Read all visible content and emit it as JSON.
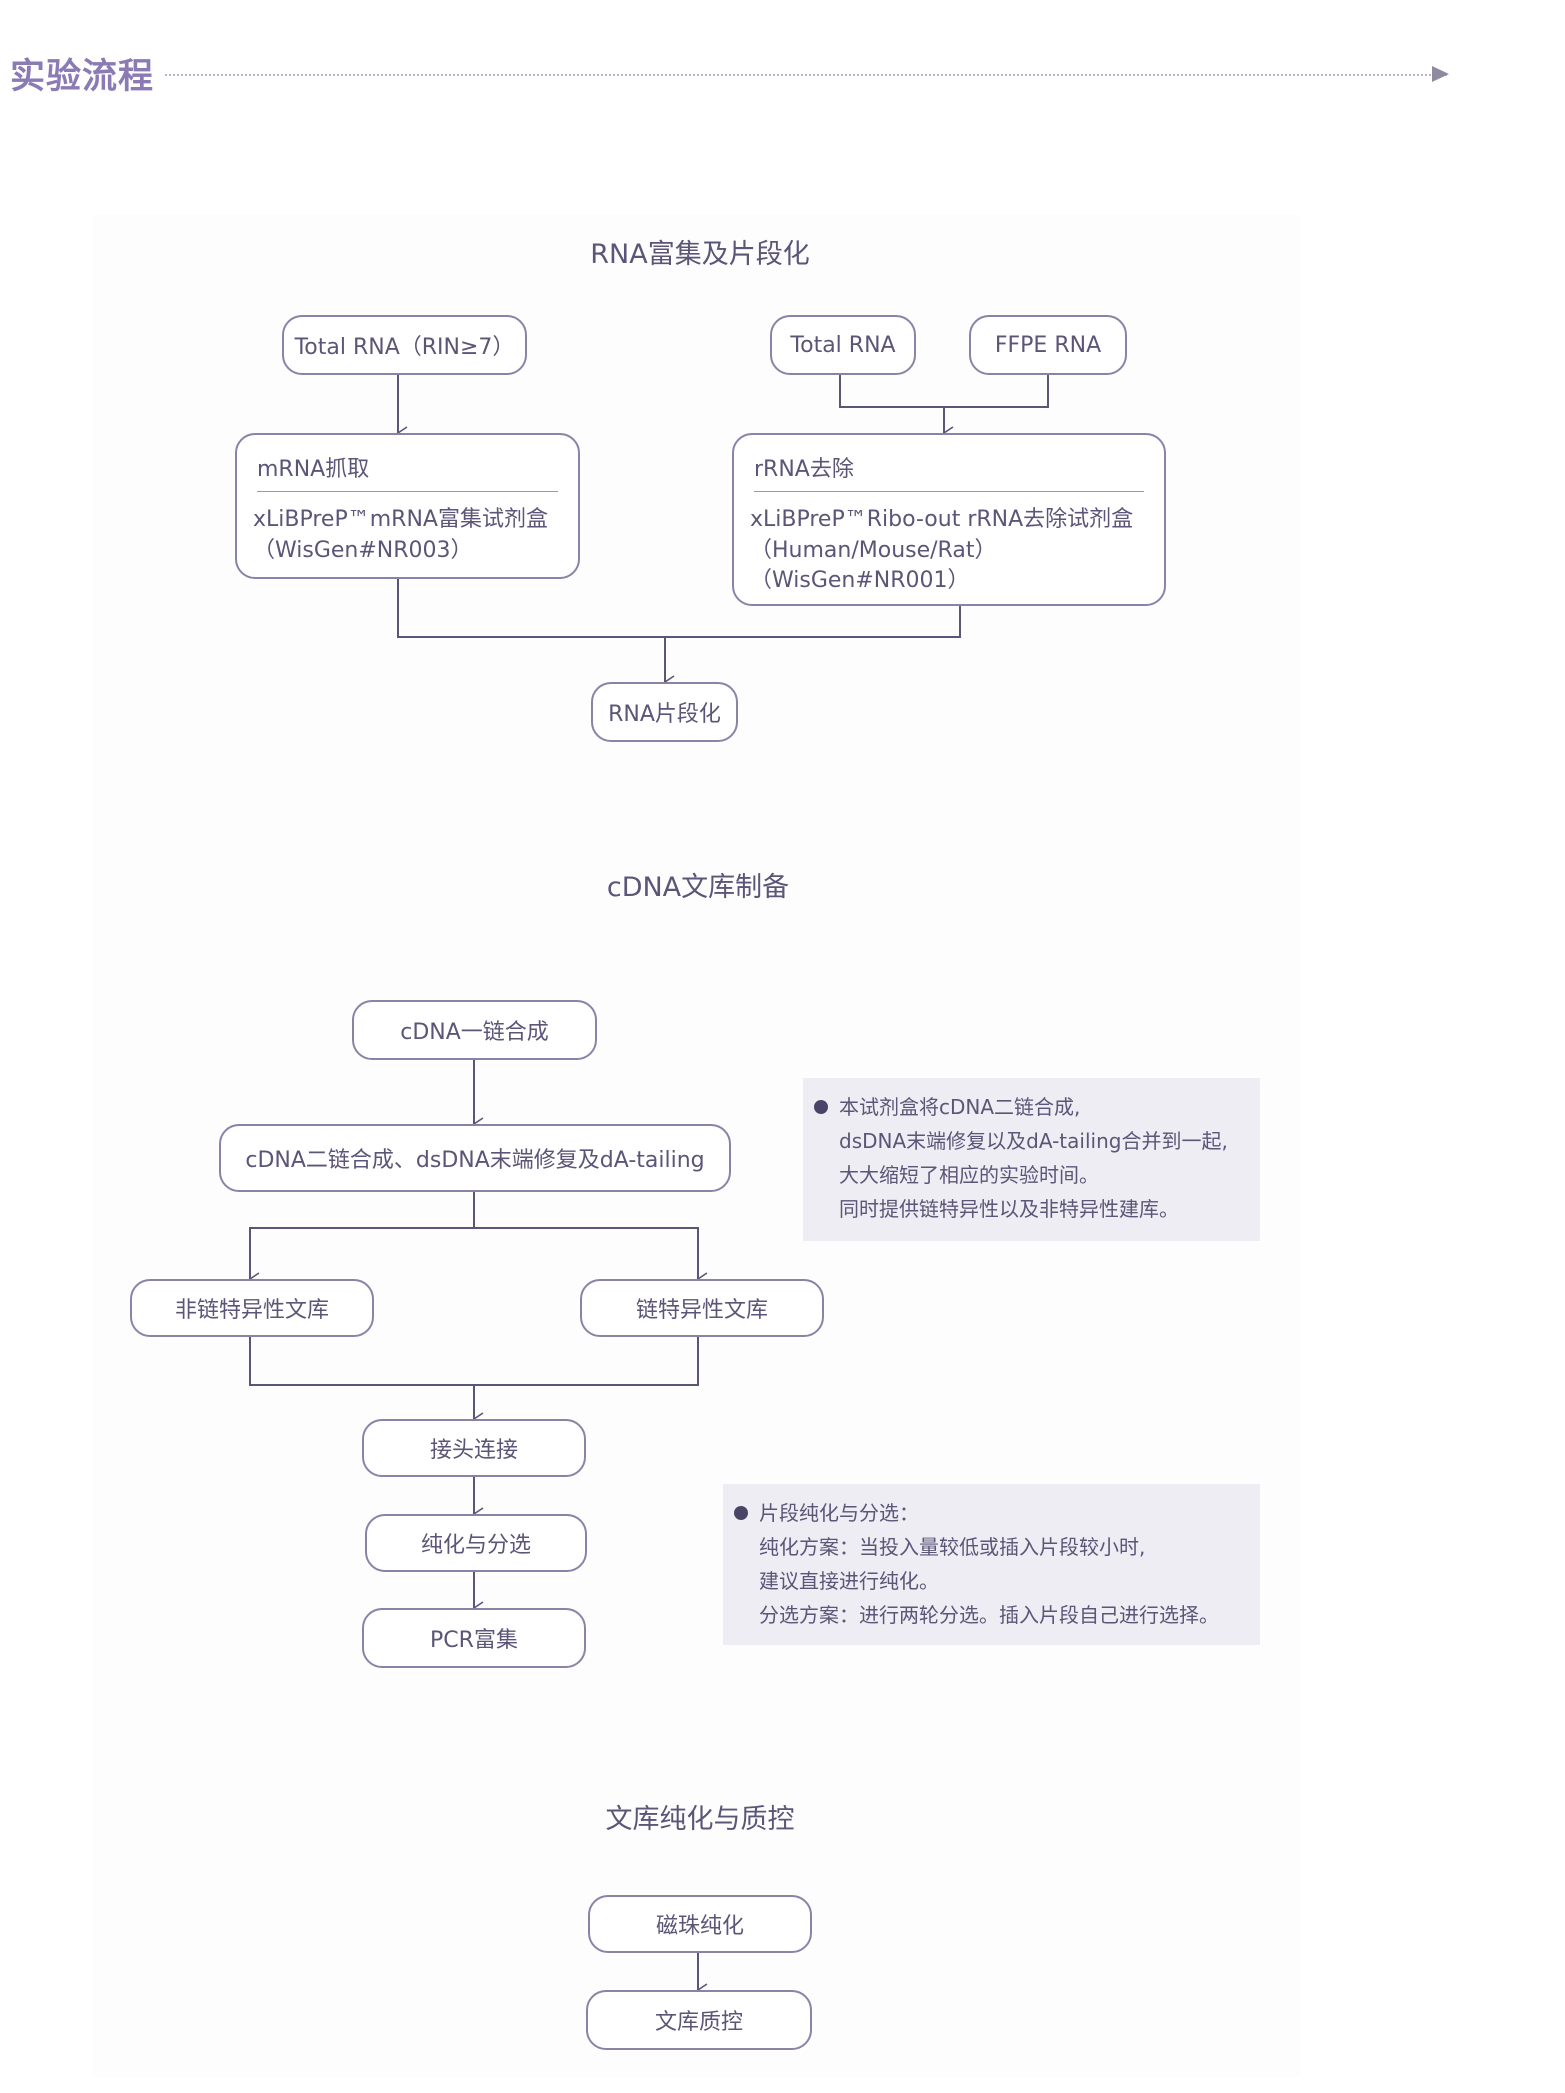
{
  "header": {
    "title": "实验流程"
  },
  "sections": {
    "s1": {
      "title": "RNA富集及片段化",
      "total_rna_rin": "Total RNA（RIN≥7）",
      "total_rna": "Total RNA",
      "ffpe_rna": "FFPE RNA",
      "mrna_box": {
        "head": "mRNA抓取",
        "line1": "xLiBPreP™mRNA富集试剂盒",
        "line2": "（WisGen#NR003）"
      },
      "rrna_box": {
        "head": "rRNA去除",
        "line1": "xLiBPreP™Ribo-out rRNA去除试剂盒",
        "line2": "（Human/Mouse/Rat）",
        "line3": "（WisGen#NR001）"
      },
      "fragment": "RNA片段化"
    },
    "s2": {
      "title": "cDNA文库制备",
      "first_strand": "cDNA一链合成",
      "second_strand": "cDNA二链合成、dsDNA末端修复及dA-tailing",
      "non_stranded": "非链特异性文库",
      "stranded": "链特异性文库",
      "adapter": "接头连接",
      "purify_select": "纯化与分选",
      "pcr": "PCR富集",
      "note1": [
        "本试剂盒将cDNA二链合成,",
        "dsDNA末端修复以及dA-tailing合并到一起,",
        "大大缩短了相应的实验时间。",
        "同时提供链特异性以及非特异性建库。"
      ],
      "note2": [
        "片段纯化与分选：",
        "纯化方案：当投入量较低或插入片段较小时,",
        "建议直接进行纯化。",
        "分选方案：进行两轮分选。插入片段自己进行选择。"
      ]
    },
    "s3": {
      "title": "文库纯化与质控",
      "magnetic": "磁珠纯化",
      "qc": "文库质控"
    }
  },
  "colors": {
    "header_title": "#8a7bb5",
    "box_border": "#8a83a8",
    "text": "#5c5577",
    "note_bg": "#eeedf3",
    "connector": "#5c5577"
  }
}
